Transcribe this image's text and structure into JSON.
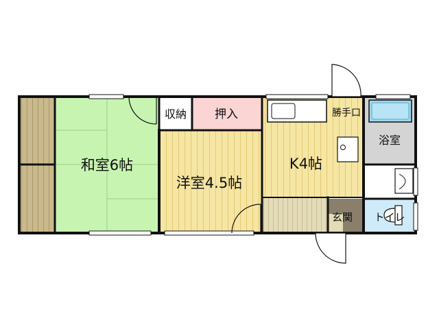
{
  "rooms": {
    "washitsu": "和室6帖",
    "youshitsu": "洋室4.5帖",
    "kitchen": "K4帖",
    "shuno": "収納",
    "oshiire": "押入",
    "katteguchi": "勝手口",
    "yokushitsu": "浴室",
    "genkan": "玄関",
    "toilet": "トイレ"
  },
  "colors": {
    "tatami": "#c8f4b2",
    "flooring": "#f6e6a4",
    "oshiire": "#fbd4d4",
    "bath": "#d4d4d4",
    "toilet": "#cfeaf8",
    "genkan": "#8a7f6b",
    "veranda": "#c8b88a",
    "wall": "#111111"
  },
  "icons": {
    "sink": "sink-icon",
    "bathtub": "bathtub-icon",
    "toilet": "toilet-icon",
    "washbasin": "washbasin-icon",
    "door": "door-swing-icon"
  }
}
